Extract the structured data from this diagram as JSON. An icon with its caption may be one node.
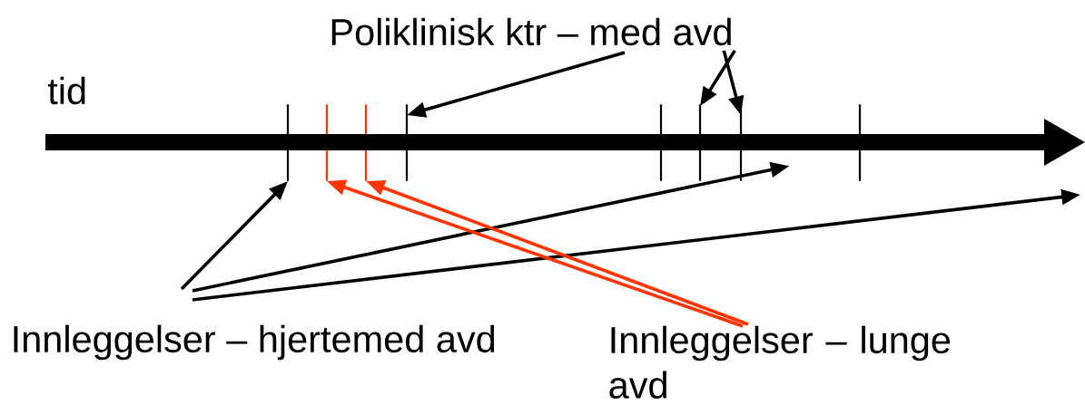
{
  "diagram": {
    "nodes": [
      {
        "text": [
          "Poliklinisk ktr – med avd"
        ]
      },
      {
        "text": [
          "Innleggelser – hjertemed avd"
        ]
      },
      {
        "text": [
          "Innleggelser – lunge avd"
        ]
      },
      {
        "text": [],
        "shape": "line"
      },
      {
        "text": [],
        "shape": "line"
      },
      {
        "text": [],
        "shape": "line"
      },
      {
        "text": [],
        "shape": "line"
      },
      {
        "text": [],
        "shape": "line"
      },
      {
        "text": [],
        "shape": "line"
      },
      {
        "text": [],
        "shape": "line"
      },
      {
        "text": [],
        "shape": "line"
      },
      {
        "text": [],
        "shape": "arrow"
      }
    ],
    "edges": [
      {
        "from": 0,
        "to": 6,
        "arrow": "to"
      },
      {
        "from": 0,
        "to": 8,
        "arrow": "to"
      },
      {
        "from": 0,
        "to": 9,
        "arrow": "to"
      },
      {
        "from": 1,
        "to": 3,
        "arrow": "to"
      },
      {
        "from": 1,
        "to": 11,
        "arrow": "to"
      },
      {
        "from": 1,
        "to": null,
        "arrow": "to"
      },
      {
        "from": 2,
        "to": 4,
        "arrow": "to",
        "color": "#ff3300"
      },
      {
        "from": 2,
        "to": 5,
        "arrow": "to",
        "color": "#ff3300"
      }
    ],
    "labels": [
      "tid"
    ]
  }
}
